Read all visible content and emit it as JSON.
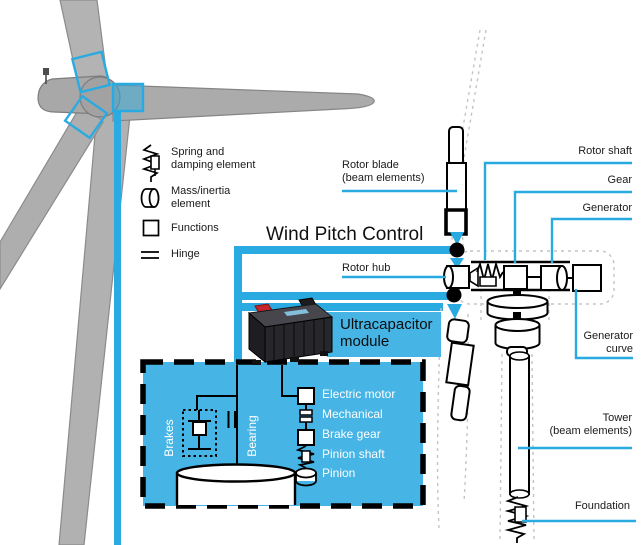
{
  "colors": {
    "accent": "#29abe2",
    "panel": "#46b4e4"
  },
  "legend": {
    "items": [
      {
        "icon": "spring-damper-icon",
        "lines": [
          "Spring and",
          "damping element"
        ]
      },
      {
        "icon": "mass-inertia-icon",
        "lines": [
          "Mass/inertia",
          "element"
        ]
      },
      {
        "icon": "functions-icon",
        "lines": [
          "Functions"
        ]
      },
      {
        "icon": "hinge-icon",
        "lines": [
          "Hinge"
        ]
      }
    ]
  },
  "diagram": {
    "title": "Wind Pitch Control",
    "rotor_blade": [
      "Rotor blade",
      "(beam elements)"
    ],
    "rotor_hub": "Rotor hub",
    "rotor_shaft": "Rotor shaft",
    "gear": "Gear",
    "generator": "Generator",
    "generator_curve": [
      "Generator",
      "curve"
    ],
    "tower": [
      "Tower",
      "(beam elements)"
    ],
    "foundation": "Foundation"
  },
  "pitch_module": {
    "ultracapacitor": [
      "Ultracapacitor",
      "module"
    ],
    "electric_motor": "Electric motor",
    "mechanical": "Mechanical",
    "brake_gear": "Brake gear",
    "pinion_shaft": "Pinion shaft",
    "pinion": "Pinion",
    "brakes": "Brakes",
    "bearing": "Bearing"
  }
}
